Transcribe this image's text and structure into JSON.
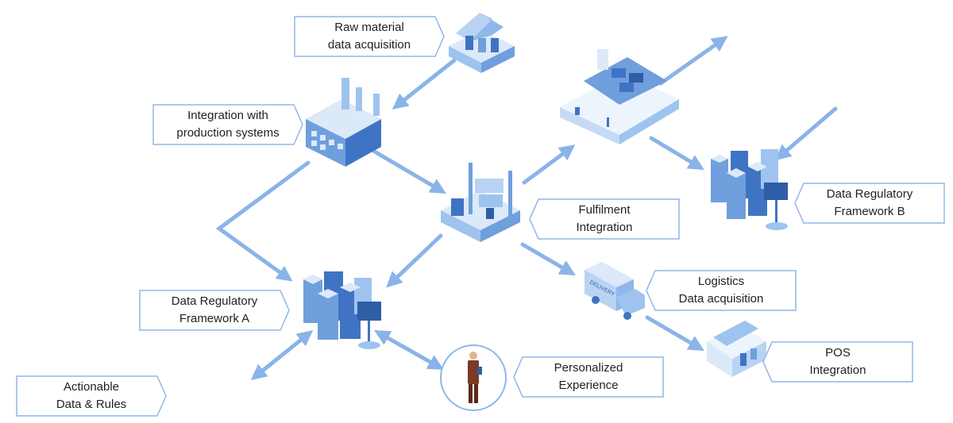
{
  "labels": {
    "raw_material": "Raw material\ndata acquisition",
    "integration_production": "Integration with\nproduction systems",
    "fulfilment": "Fulfilment\nIntegration",
    "framework_b": "Data Regulatory\nFramework B",
    "framework_a": "Data Regulatory\nFramework A",
    "logistics": "Logistics\nData acquisition",
    "pos": "POS\nIntegration",
    "personalized": "Personalized\nExperience",
    "actionable": "Actionable\nData & Rules"
  },
  "truck_text": "DELIVERY",
  "colors": {
    "arrow": "#8ab4e8",
    "tag_border": "#8fb7ea",
    "icon_light": "#dce9f8",
    "icon_mid": "#9ec3ee",
    "icon_dark": "#3f74c4",
    "person_suit": "#7a3a24"
  },
  "icons": [
    "warehouse-icon",
    "factory-icon",
    "fulfilment-center-icon",
    "cargo-ship-icon",
    "server-cluster-b-icon",
    "server-cluster-a-icon",
    "delivery-truck-icon",
    "store-icon",
    "person-icon"
  ]
}
